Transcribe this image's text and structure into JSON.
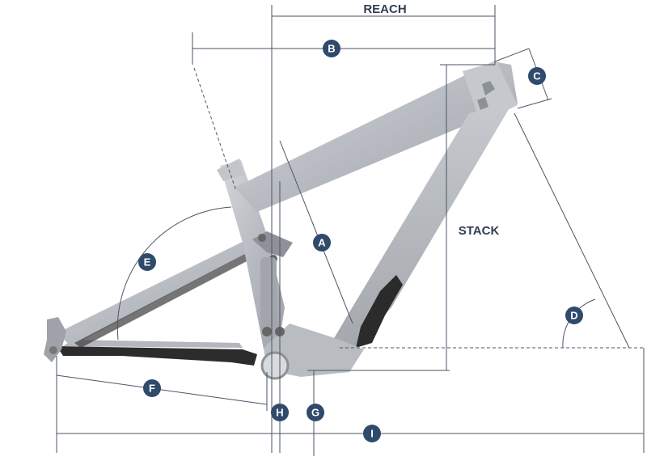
{
  "labels": {
    "reach": "REACH",
    "stack": "STACK",
    "a": "A",
    "b": "B",
    "c": "C",
    "d": "D",
    "e": "E",
    "f": "F",
    "g": "G",
    "h": "H",
    "i": "I"
  },
  "colors": {
    "badge": "#2f4a6b",
    "frame_light": "#c9ccd1",
    "frame_mid": "#a9adb3",
    "frame_dark": "#2b2b2b",
    "dimension_line": "#4a5566"
  }
}
